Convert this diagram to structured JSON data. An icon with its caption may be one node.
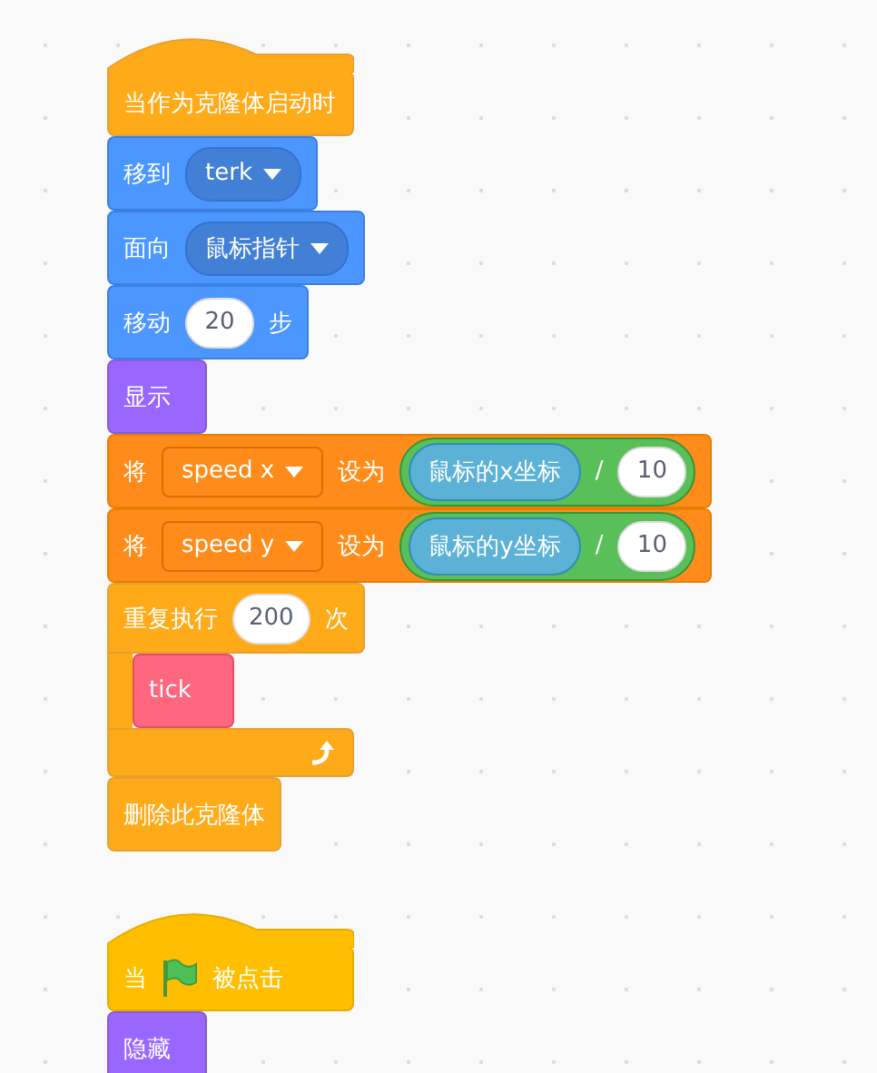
{
  "diagram": {
    "nodes": [
      {
        "text": [
          "当作为克隆体启动时"
        ]
      },
      {
        "text": [
          "移到"
        ]
      },
      {
        "text": [
          "terk"
        ],
        "in": 1
      },
      {
        "text": [
          "面向"
        ]
      },
      {
        "text": [
          "鼠标指针"
        ],
        "in": 3
      },
      {
        "text": [
          "移动",
          "步"
        ]
      },
      {
        "text": [
          "20"
        ],
        "in": 5
      },
      {
        "text": [
          "显示"
        ]
      },
      {
        "text": [
          "将",
          "设为"
        ]
      },
      {
        "text": [
          "speed x"
        ],
        "in": 8
      },
      {
        "text": [
          "/"
        ],
        "in": 8
      },
      {
        "text": [
          "鼠标的x坐标"
        ],
        "in": 10
      },
      {
        "text": [
          "10"
        ],
        "in": 10
      },
      {
        "text": [
          "将",
          "设为"
        ]
      },
      {
        "text": [
          "speed y"
        ],
        "in": 13
      },
      {
        "text": [
          "/"
        ],
        "in": 13
      },
      {
        "text": [
          "鼠标的y坐标"
        ],
        "in": 15
      },
      {
        "text": [
          "10"
        ],
        "in": 15
      },
      {
        "text": [
          "重复执行",
          "次"
        ]
      },
      {
        "text": [
          "200"
        ],
        "in": 18
      },
      {
        "text": [
          "tick"
        ],
        "in": 18
      },
      {
        "text": [
          "删除此克隆体"
        ]
      },
      {
        "text": [
          "当",
          "被点击"
        ]
      },
      {
        "text": [
          "隐藏"
        ]
      }
    ]
  }
}
